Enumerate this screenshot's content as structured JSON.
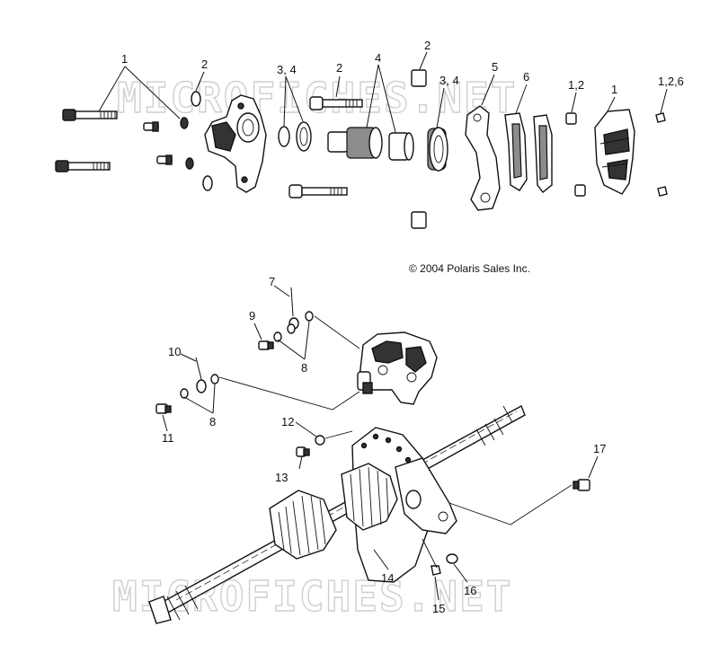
{
  "copyright": "© 2004 Polaris Sales Inc.",
  "watermark": "MICROFICHES.NET",
  "callouts": {
    "c1a": "1",
    "c2a": "2",
    "c34a": "3, 4",
    "c2b": "2",
    "c4": "4",
    "c2c": "2",
    "c34b": "3, 4",
    "c5": "5",
    "c6": "6",
    "c12a": "1,2",
    "c1b": "1",
    "c126": "1,2,6",
    "c7": "7",
    "c9": "9",
    "c8a": "8",
    "c10": "10",
    "c8b": "8",
    "c11": "11",
    "c12": "12",
    "c13": "13",
    "c17": "17",
    "c14": "14",
    "c16": "16",
    "c15": "15"
  }
}
